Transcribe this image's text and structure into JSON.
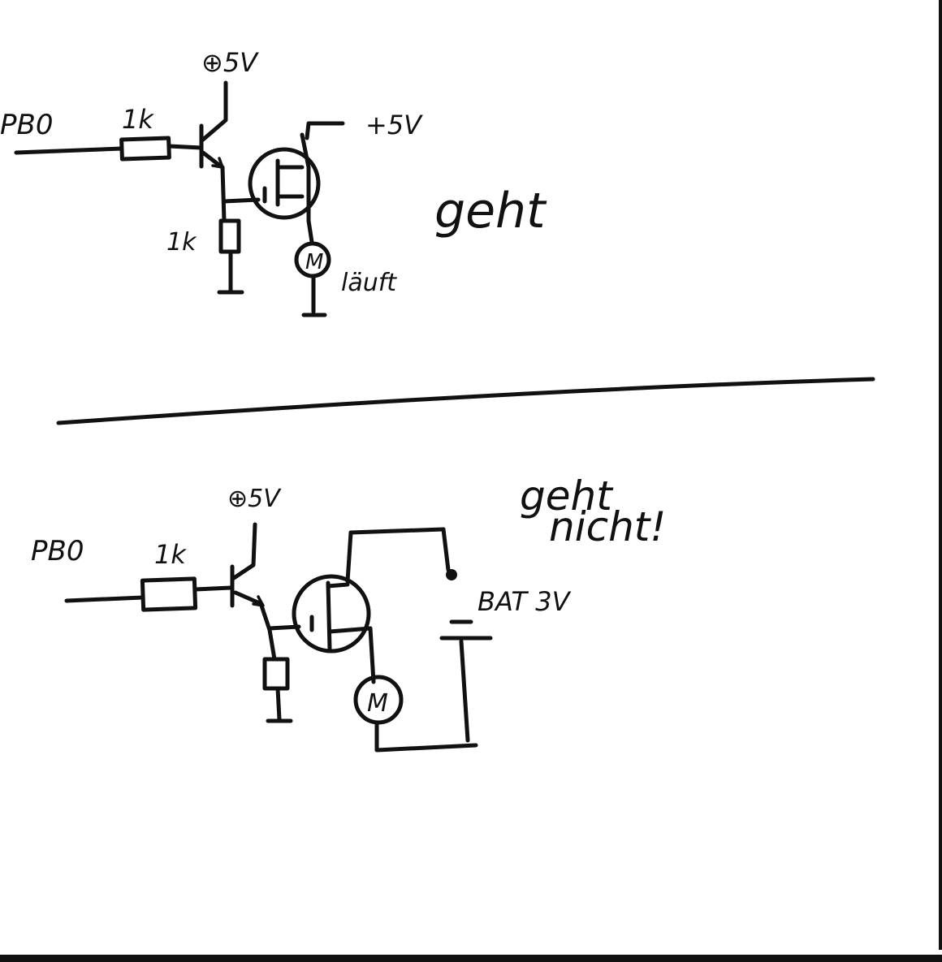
{
  "colors": {
    "ink": "#111111",
    "paper": "#ffffff"
  },
  "top_circuit": {
    "input_label": "PB0",
    "base_resistor": "1k",
    "emitter_resistor": "1k",
    "supply_label_transistor": "⊕5V",
    "supply_label_mosfet": "+5V",
    "motor_label": "M",
    "motor_note": "läuft",
    "status": "geht"
  },
  "bottom_circuit": {
    "input_label": "PB0",
    "base_resistor": "1k",
    "supply_label_transistor": "⊕5V",
    "battery_label": "BAT 3V",
    "motor_label": "M",
    "status_line1": "geht",
    "status_line2": "nicht!"
  }
}
